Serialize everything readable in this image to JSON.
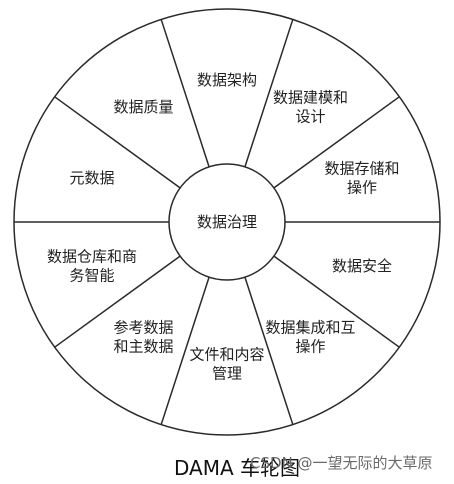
{
  "diagram": {
    "hub_label": "数据治理",
    "segments": [
      {
        "id": "architecture",
        "lines": [
          "数据架构"
        ]
      },
      {
        "id": "modeling",
        "lines": [
          "数据建模和",
          "设计"
        ]
      },
      {
        "id": "storage",
        "lines": [
          "数据存储和",
          "操作"
        ]
      },
      {
        "id": "security",
        "lines": [
          "数据安全"
        ]
      },
      {
        "id": "integration",
        "lines": [
          "数据集成和互",
          "操作"
        ]
      },
      {
        "id": "documents",
        "lines": [
          "文件和内容",
          "管理"
        ]
      },
      {
        "id": "reference",
        "lines": [
          "参考数据",
          "和主数据"
        ]
      },
      {
        "id": "warehouse",
        "lines": [
          "数据仓库和商",
          "务智能"
        ]
      },
      {
        "id": "metadata",
        "lines": [
          "元数据"
        ]
      },
      {
        "id": "quality",
        "lines": [
          "数据质量"
        ]
      }
    ]
  },
  "caption": "DAMA 车轮图",
  "watermark": "CSDN @一望无际的大草原",
  "colors": {
    "line": "#2a2a2a",
    "text": "#222222",
    "background": "#ffffff"
  }
}
